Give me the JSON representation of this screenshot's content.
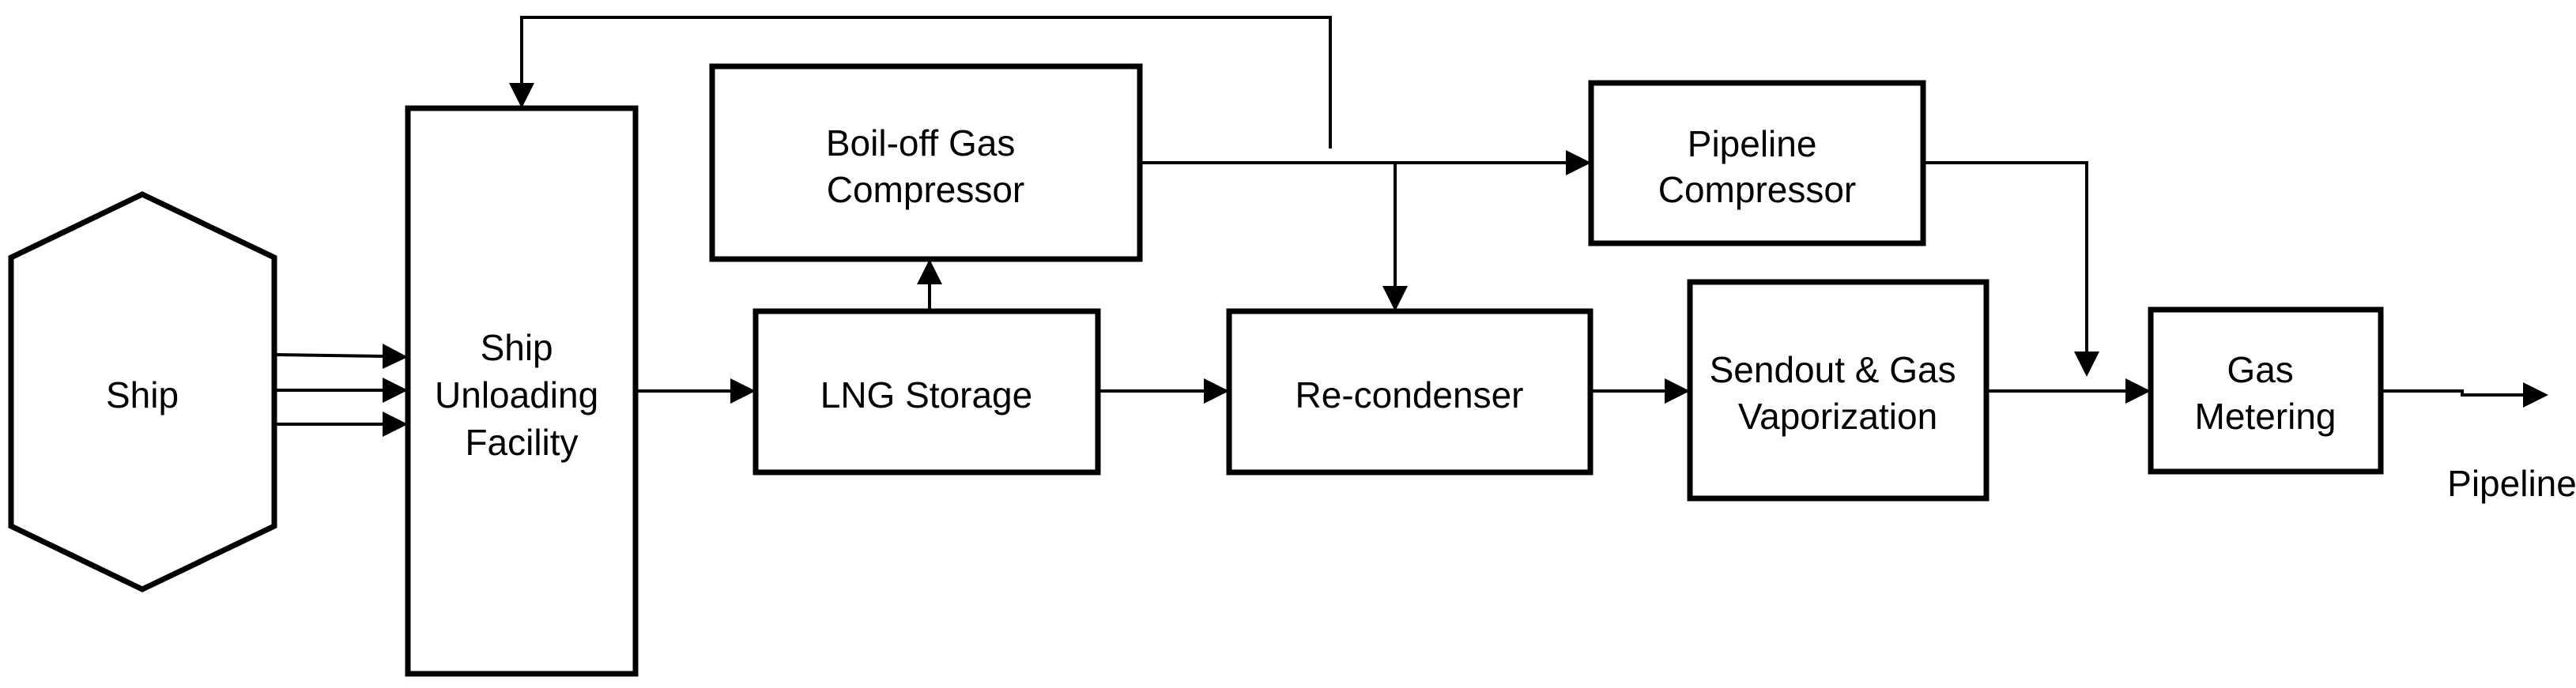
{
  "nodes": {
    "ship": {
      "lines": [
        "Ship"
      ]
    },
    "unloading": {
      "lines": [
        "Ship",
        "Unloading",
        "Facility"
      ]
    },
    "boiloff": {
      "lines": [
        "Boil-off Gas",
        "Compressor"
      ]
    },
    "storage": {
      "lines": [
        "LNG Storage"
      ]
    },
    "recondenser": {
      "lines": [
        "Re-condenser"
      ]
    },
    "pipeline_compressor": {
      "lines": [
        "Pipeline",
        "Compressor"
      ]
    },
    "sendout": {
      "lines": [
        "Sendout & Gas",
        "Vaporization"
      ]
    },
    "metering": {
      "lines": [
        "Gas",
        "Metering"
      ]
    }
  },
  "labels": {
    "pipeline": "Pipeline"
  },
  "colors": {
    "stroke": "#000000",
    "fill": "#ffffff"
  }
}
